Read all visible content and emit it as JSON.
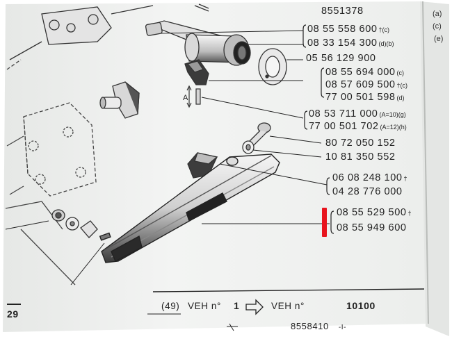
{
  "top_ref": "8551378",
  "margin_letters": [
    "(a)",
    "(c)",
    "(e)"
  ],
  "parts": [
    {
      "num": "08 55 558 600",
      "note": "†(c)"
    },
    {
      "num": "08 33 154 300",
      "note": "(d)(b)"
    },
    {
      "num": "05 56 129 900",
      "note": ""
    },
    {
      "num": "08 55 694 000",
      "note": "(c)"
    },
    {
      "num": "08 57 609 500",
      "note": "†(c)"
    },
    {
      "num": "77 00 501 598",
      "note": "(d)"
    },
    {
      "num": "08 53 711 000",
      "note": "(A=10)(g)"
    },
    {
      "num": "77 00 501 702",
      "note": "(A=12)(h)"
    },
    {
      "num": "80 72 050 152",
      "note": ""
    },
    {
      "num": "10 81 350 552",
      "note": ""
    },
    {
      "num": "06 08 248 100",
      "note": "†"
    },
    {
      "num": "04 28 776 000",
      "note": ""
    },
    {
      "num": "08 55 529 500",
      "note": "†"
    },
    {
      "num": "08 55 949 600",
      "note": ""
    }
  ],
  "dimension_label": "A",
  "footer": {
    "ref": "(49)",
    "from_label": "VEH n°",
    "from_value": "1",
    "to_label": "VEH n°",
    "to_value": "10100",
    "page_number": "29",
    "catalog_ref": "8558410",
    "catalog_suffix": "-I-"
  },
  "colors": {
    "highlight": "#e8141e",
    "ink": "#222222",
    "paper": "#f1f3f1"
  }
}
